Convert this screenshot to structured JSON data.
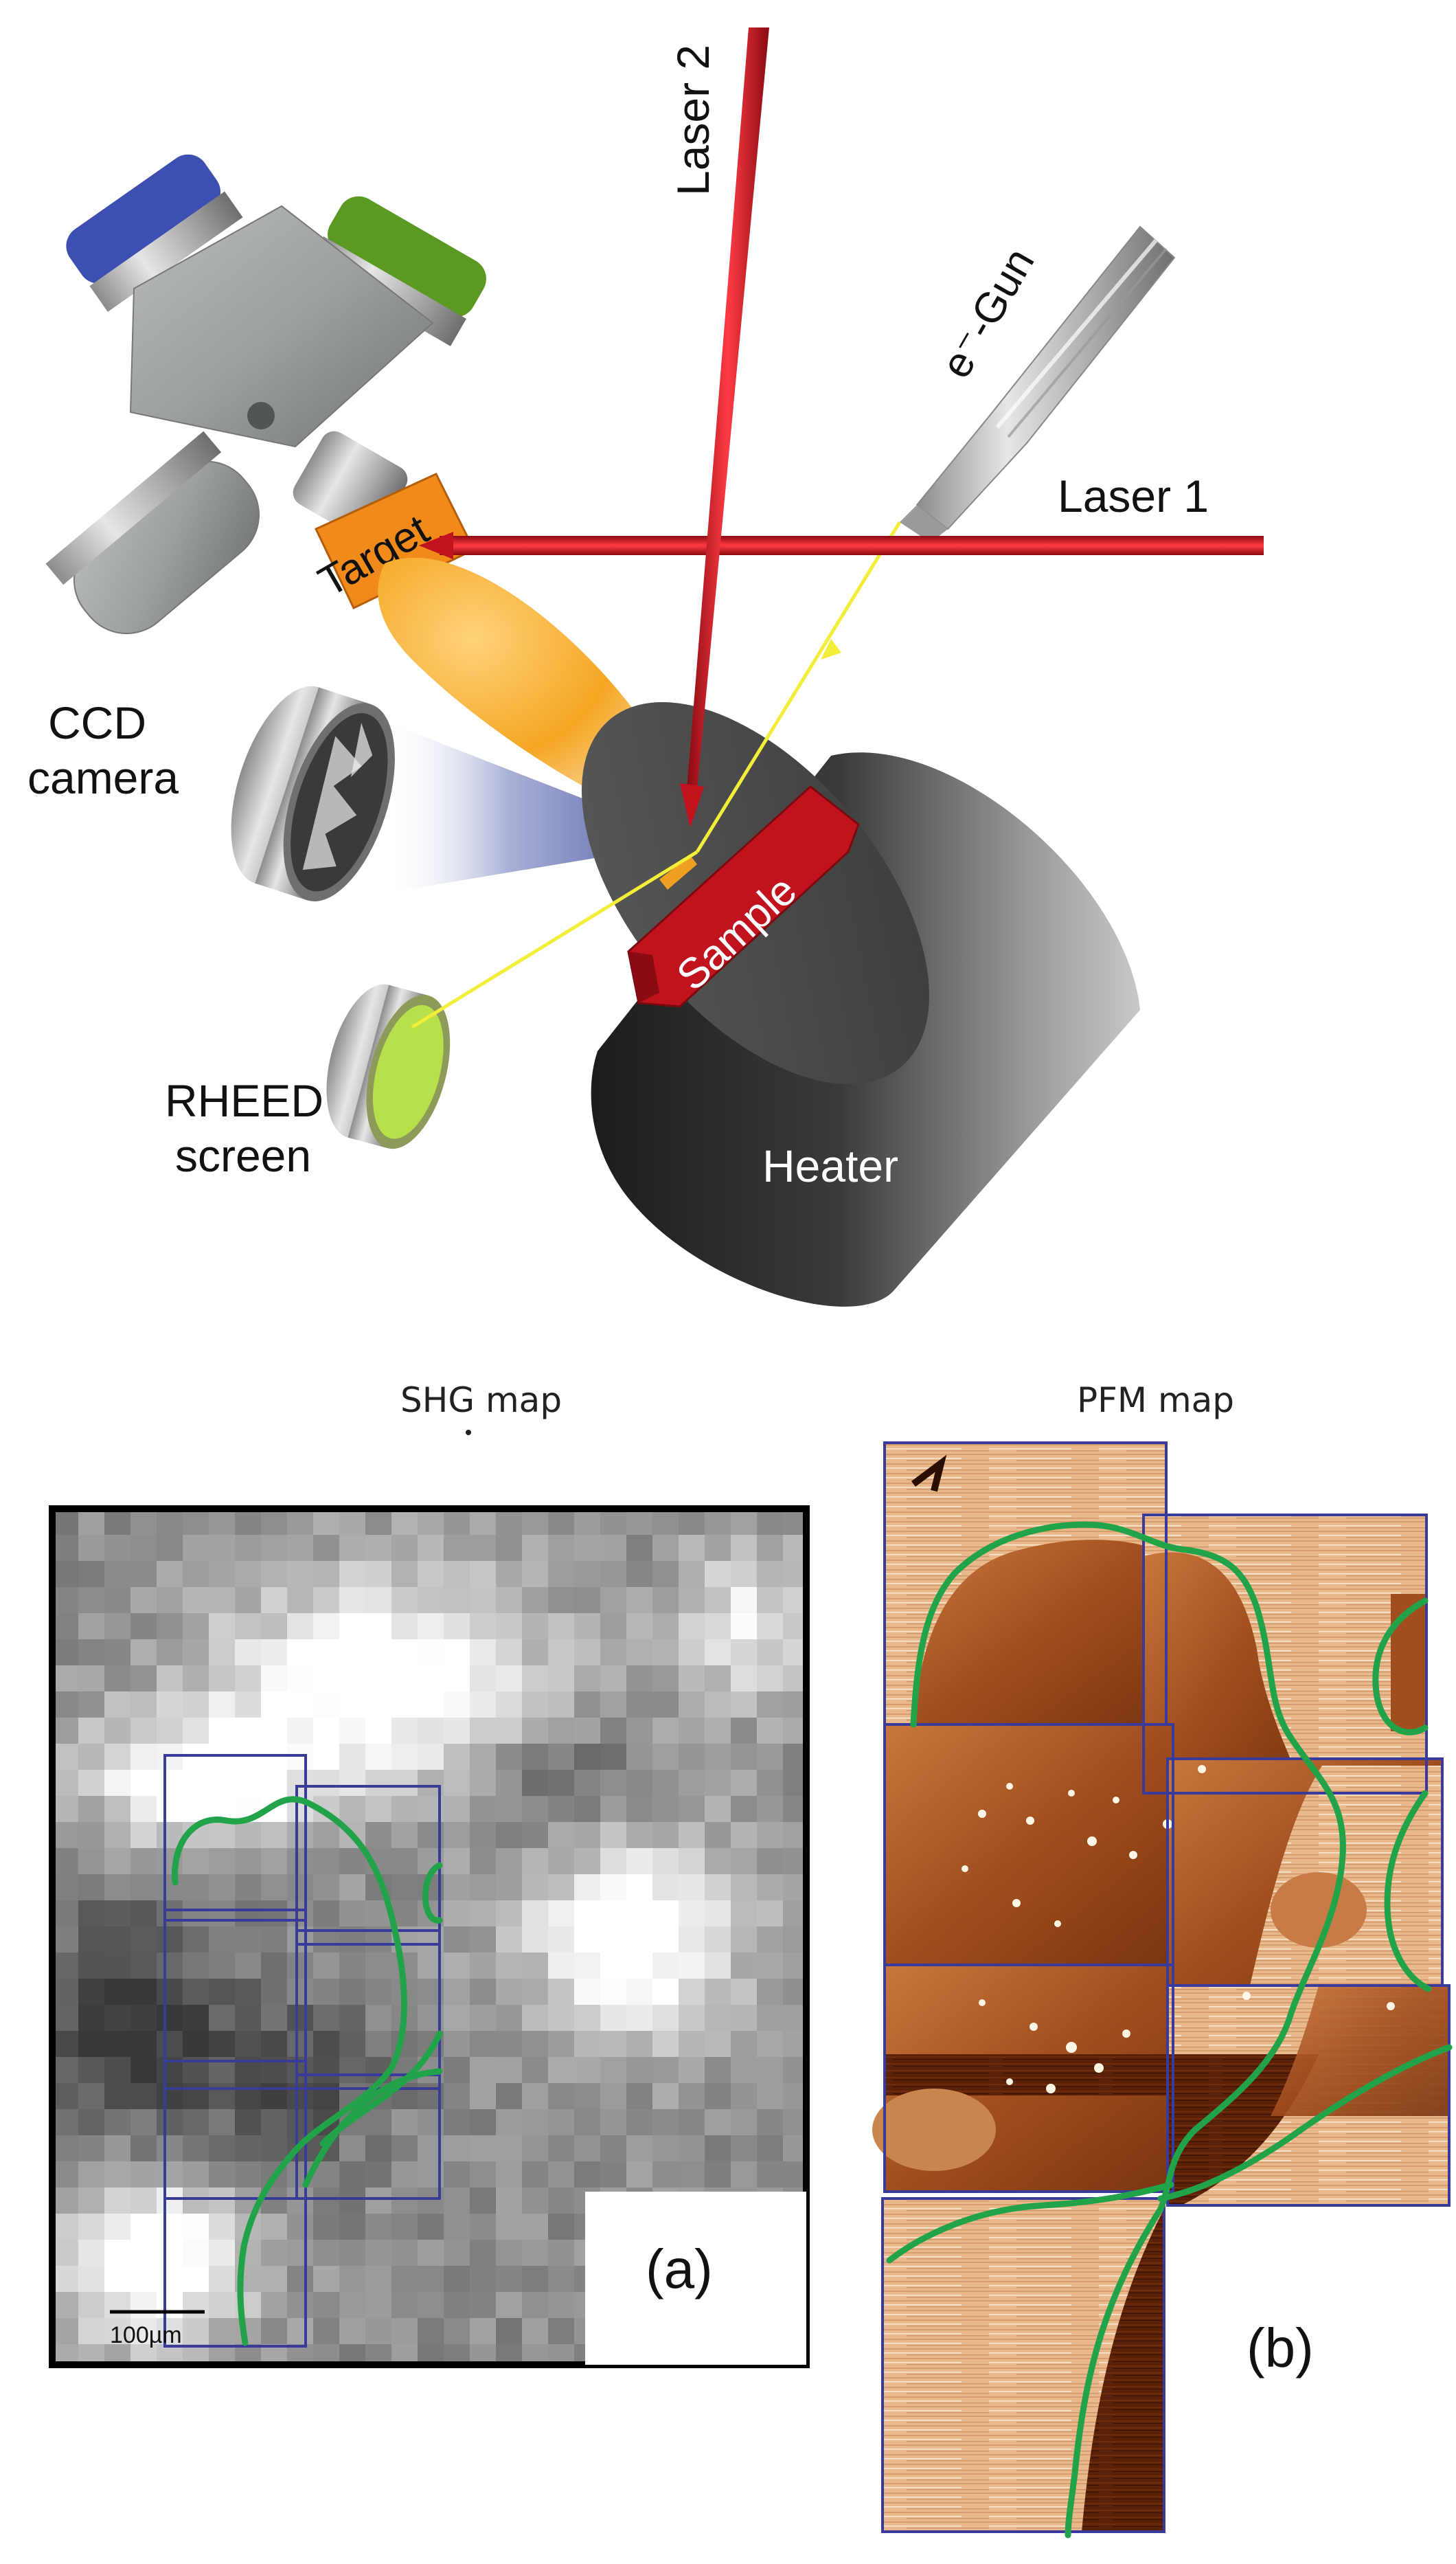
{
  "apparatus": {
    "labels": {
      "laser2": "Laser 2",
      "egun": "e⁻-Gun",
      "laser1": "Laser 1",
      "target": "Target",
      "ccd_line1": "CCD",
      "ccd_line2": "camera",
      "sample": "Sample",
      "rheed_line1": "RHEED",
      "rheed_line2": "screen",
      "heater": "Heater"
    },
    "colors": {
      "laser": "#d9141e",
      "electron_beam": "#f2ee3a",
      "target": "#f08a1a",
      "sample": "#c0131e",
      "plume": "#f5a623",
      "heater": "#2e2e2e",
      "rheed_phosphor": "#b8e04a",
      "cap_blue": "#3d4fb0",
      "cap_green": "#5a9a22"
    }
  },
  "shg_panel": {
    "title": "SHG map",
    "scale_bar_label": "100µm",
    "panel_label": "(a)"
  },
  "pfm_panel": {
    "title": "PFM map",
    "panel_label": "(b)"
  },
  "colors": {
    "domain_boundary": "#22a34a",
    "scan_box": "#3a3a9a"
  }
}
